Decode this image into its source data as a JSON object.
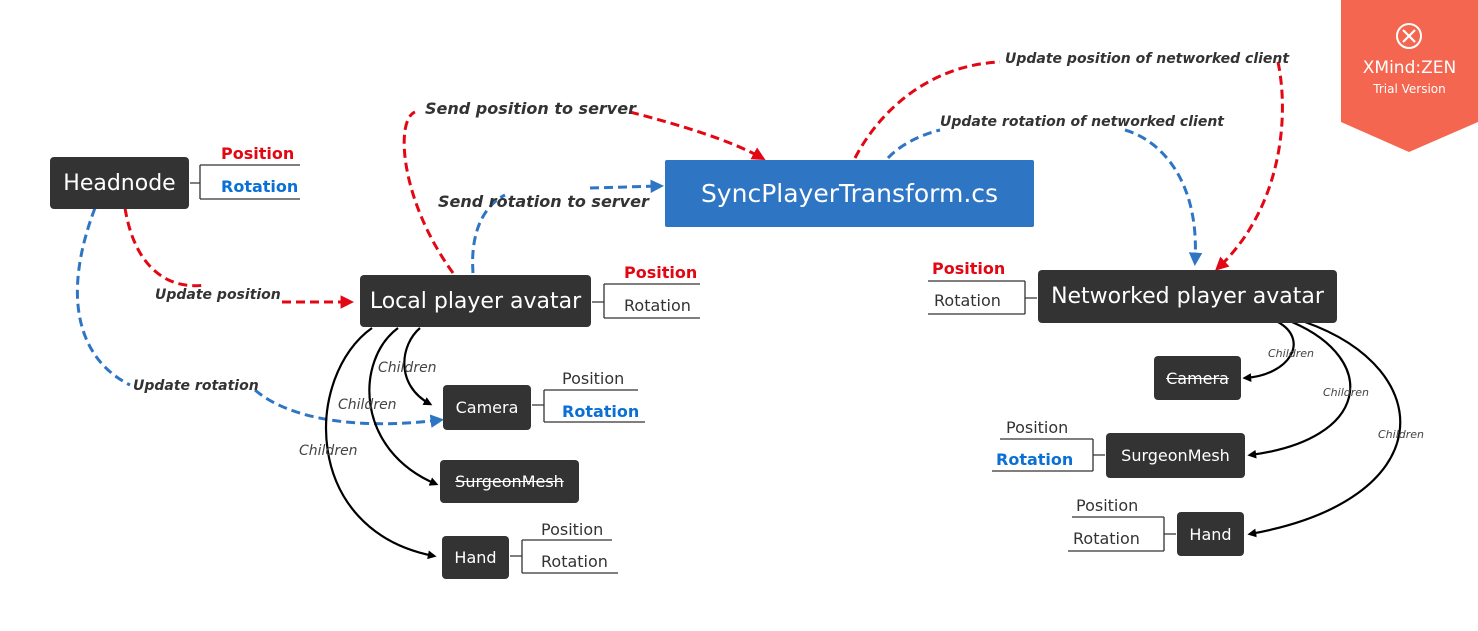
{
  "nodes": {
    "headnode": "Headnode",
    "local_avatar": "Local player avatar",
    "sync": "SyncPlayerTransform.cs",
    "networked_avatar": "Networked player avatar",
    "camera_local": "Camera",
    "surgeonmesh_local": "SurgeonMesh",
    "hand_local": "Hand",
    "camera_net": "Camera",
    "surgeonmesh_net": "SurgeonMesh",
    "hand_net": "Hand"
  },
  "attrs": {
    "position": "Position",
    "rotation": "Rotation"
  },
  "edge_labels": {
    "send_position": "Send position to server",
    "send_rotation": "Send rotation to server",
    "update_pos_net": "Update position of networked client",
    "update_rot_net": "Update rotation of networked client",
    "update_position": "Update position",
    "update_rotation": "Update rotation",
    "children": "Children"
  },
  "badge": {
    "logo": "XMind",
    "logo_suffix": "ZEN",
    "trial": "Trial Version"
  },
  "colors": {
    "position_red": "#e30613",
    "rotation_blue": "#0a70d6",
    "node_dark": "#333333",
    "sync_blue": "#2e75c4",
    "badge_orange": "#f4664f"
  }
}
